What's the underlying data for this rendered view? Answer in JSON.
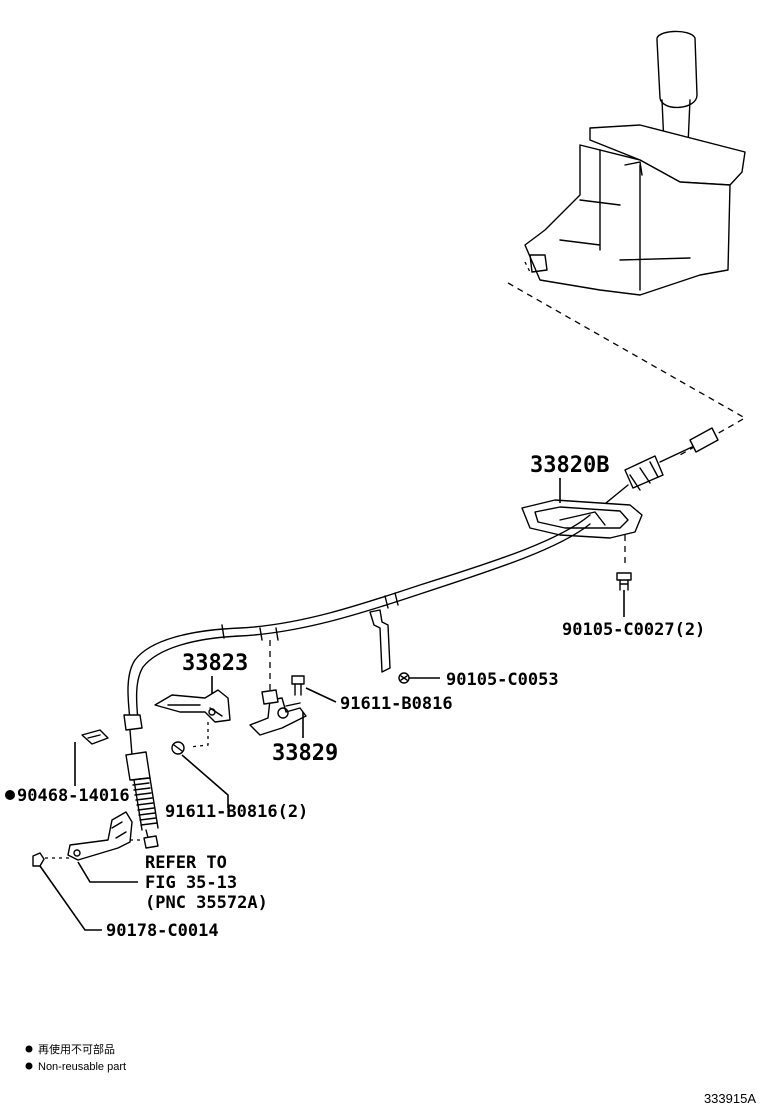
{
  "parts": {
    "p33820b": "33820B",
    "p90105_c0027": "90105-C0027(2)",
    "p90105_c0053": "90105-C0053",
    "p91611_b0816": "91611-B0816",
    "p33829": "33829",
    "p33823": "33823",
    "p91611_b0816_2": "91611-B0816(2)",
    "p90468_14016": "90468-14016",
    "p90178_c0014": "90178-C0014"
  },
  "refer": {
    "line1": "REFER TO",
    "line2": "FIG 35-13",
    "line3": "(PNC 35572A)"
  },
  "legend": {
    "japanese": "再使用不可部品",
    "english": "Non-reusable part"
  },
  "figure_number": "333915A"
}
